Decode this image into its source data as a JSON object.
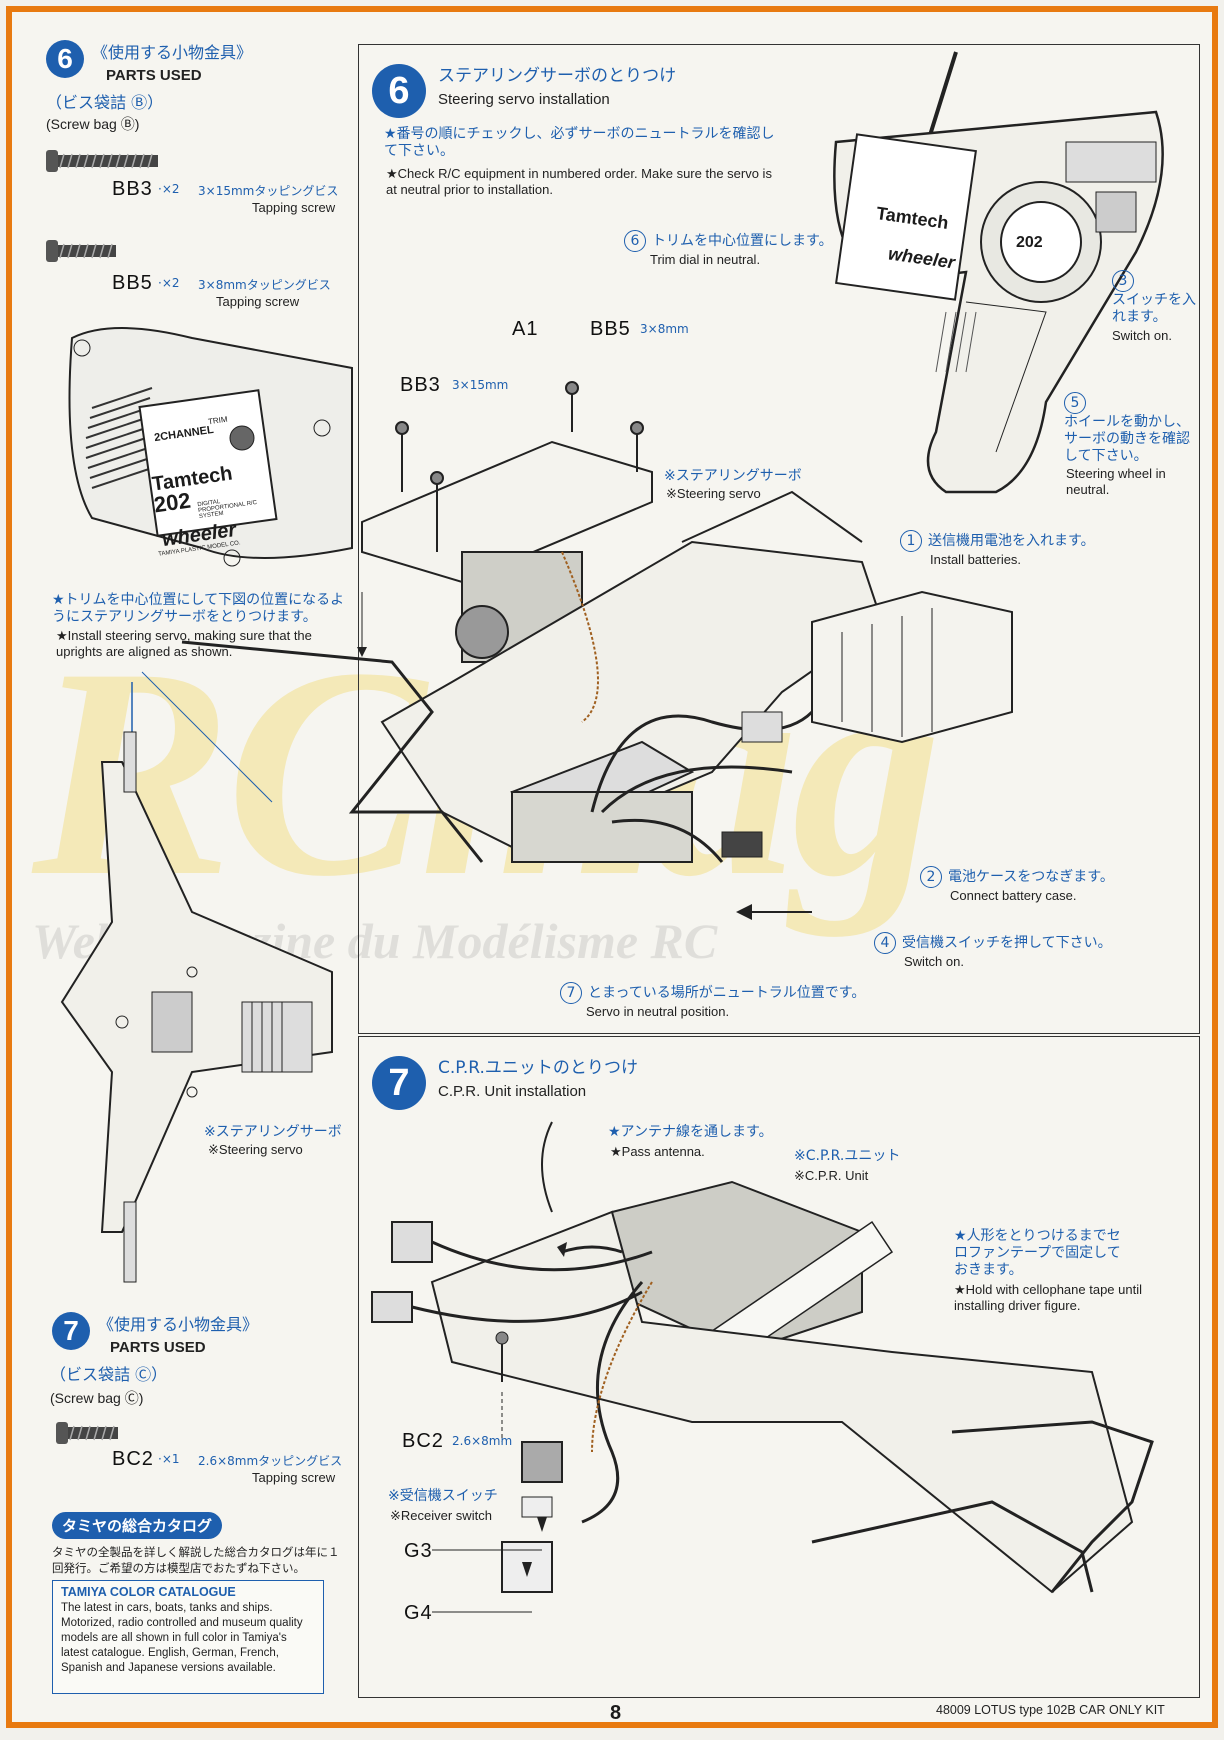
{
  "left": {
    "step6_parts": {
      "num": "6",
      "title_jp": "《使用する小物金具》",
      "title_en": "PARTS USED",
      "bag_jp": "（ビス袋詰 Ⓑ）",
      "bag_en": "(Screw bag Ⓑ)",
      "items": [
        {
          "code": "BB3",
          "qty": "·×2",
          "spec_jp": "3×15mmタッピングビス",
          "spec_en": "Tapping screw"
        },
        {
          "code": "BB5",
          "qty": "·×2",
          "spec_jp": "3×8mmタッピングビス",
          "spec_en": "Tapping screw"
        }
      ]
    },
    "servo_note": {
      "jp": "★トリムを中心位置にして下図の位置になるようにステアリングサーボをとりつけます。",
      "en": "★Install steering servo, making sure that the uprights are aligned as shown."
    },
    "servo_label": {
      "jp": "※ステアリングサーボ",
      "en": "※Steering servo"
    },
    "transmitter_labels": {
      "channel": "2CHANNEL",
      "trim": "TRIM",
      "brand": "Tamtech",
      "model": "202",
      "desc": "DIGITAL PROPORTIONAL R/C SYSTEM",
      "wheel": "wheeler",
      "maker": "TAMIYA PLASTIC MODEL CO."
    },
    "step7_parts": {
      "num": "7",
      "title_jp": "《使用する小物金具》",
      "title_en": "PARTS USED",
      "bag_jp": "（ビス袋詰 Ⓒ）",
      "bag_en": "(Screw bag Ⓒ)",
      "items": [
        {
          "code": "BC2",
          "qty": "·×1",
          "spec_jp": "2.6×8mmタッピングビス",
          "spec_en": "Tapping screw"
        }
      ]
    },
    "catalog": {
      "badge": "タミヤの総合カタログ",
      "jp": "タミヤの全製品を詳しく解説した総合カタログは年に１回発行。ご希望の方は模型店でおたずね下さい。",
      "box_title": "TAMIYA COLOR CATALOGUE",
      "box_text": "The latest in cars, boats, tanks and ships. Motorized, radio controlled and museum quality models are all shown in full color in Tamiya's latest catalogue. English, German, French, Spanish and Japanese versions available."
    }
  },
  "step6": {
    "num": "6",
    "title_jp": "ステアリングサーボのとりつけ",
    "title_en": "Steering servo installation",
    "note_jp": "★番号の順にチェックし、必ずサーボのニュートラルを確認して下さい。",
    "note_en": "★Check R/C equipment in numbered order. Make sure the servo is at neutral prior to installation.",
    "parts": {
      "a1": "A1",
      "bb5": "BB5",
      "bb5_spec": "3×8mm",
      "bb3": "BB3",
      "bb3_spec": "3×15mm"
    },
    "servo_label": {
      "jp": "※ステアリングサーボ",
      "en": "※Steering servo"
    },
    "steps": [
      {
        "n": "1",
        "jp": "送信機用電池を入れます。",
        "en": "Install batteries."
      },
      {
        "n": "2",
        "jp": "電池ケースをつなぎます。",
        "en": "Connect battery case."
      },
      {
        "n": "3",
        "jp": "スイッチを入れます。",
        "en": "Switch on."
      },
      {
        "n": "4",
        "jp": "受信機スイッチを押して下さい。",
        "en": "Switch on."
      },
      {
        "n": "5",
        "jp": "ホイールを動かし、サーボの動きを確認して下さい。",
        "en": "Steering wheel in neutral."
      },
      {
        "n": "6",
        "jp": "トリムを中心位置にします。",
        "en": "Trim dial in neutral."
      },
      {
        "n": "7",
        "jp": "とまっている場所がニュートラル位置です。",
        "en": "Servo in neutral position."
      }
    ]
  },
  "step7": {
    "num": "7",
    "title_jp": "C.P.R.ユニットのとりつけ",
    "title_en": "C.P.R. Unit installation",
    "antenna": {
      "jp": "★アンテナ線を通します。",
      "en": "★Pass antenna."
    },
    "cpr": {
      "jp": "※C.P.R.ユニット",
      "en": "※C.P.R. Unit"
    },
    "tape": {
      "jp": "★人形をとりつけるまでセロファンテープで固定しておきます。",
      "en": "★Hold with cellophane tape until installing driver figure."
    },
    "bc2": "BC2",
    "bc2_spec": "2.6×8mm",
    "switch": {
      "jp": "※受信機スイッチ",
      "en": "※Receiver switch"
    },
    "g3": "G3",
    "g4": "G4"
  },
  "footer": {
    "page": "8",
    "kit": "48009 LOTUS type 102B CAR ONLY KIT"
  },
  "watermark": {
    "big": "RCmag",
    "sub": "Web Magazine du Modélisme RC"
  },
  "colors": {
    "accent": "#1e5fae",
    "border": "#e87a10"
  }
}
